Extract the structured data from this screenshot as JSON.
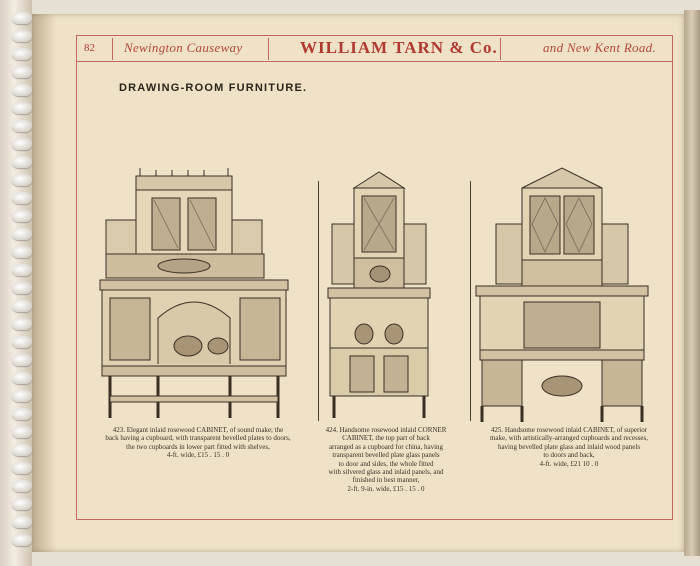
{
  "header": {
    "page_number": "82",
    "left_text": "Newington Causeway",
    "center_text": "WILLIAM TARN & Co.",
    "right_text": "and New Kent Road."
  },
  "section_title": "DRAWING-ROOM FURNITURE.",
  "items": [
    {
      "caption_lines": [
        "423.  Elegant inlaid rosewood CABINET, of sound make; the",
        "back having a cupboard, with transparent bevelled plates to doors,",
        "the two cupboards in lower part fitted with shelves,",
        "4-ft. wide,        £15 . 15 . 0"
      ]
    },
    {
      "caption_lines": [
        "424.  Handsome rosewood inlaid CORNER",
        "CABINET, the top part of back",
        "arranged as a cupboard for china, having",
        "transparent bevelled plate glass panels",
        "to door and sides, the whole fitted",
        "with silvered glass and inlaid panels, and",
        "finished in best manner,",
        "2-ft. 9-in. wide,        £15 . 15 . 0"
      ]
    },
    {
      "caption_lines": [
        "425.  Handsome rosewood inlaid CABINET, of superior",
        "make, with artistically-arranged cupboards and recesses,",
        "having bevelled plate glass and inlaid wood panels",
        "to doors and back,",
        "4-ft. wide,        £21  10 . 0"
      ]
    }
  ],
  "colors": {
    "paper": "#efe2c6",
    "header_red": "#b03a30",
    "ink": "#3a3027"
  }
}
